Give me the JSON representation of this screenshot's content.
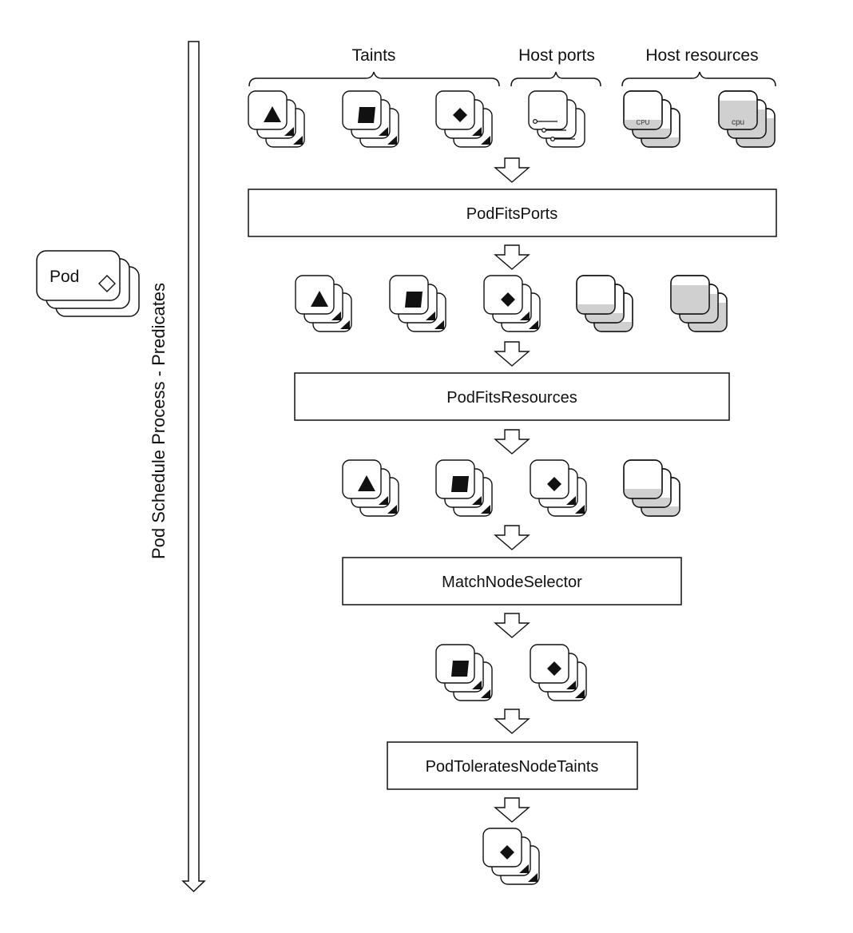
{
  "side_label": "Pod Schedule Process - Predicates",
  "pod": {
    "label": "Pod",
    "symbol": "diamond-outline-icon"
  },
  "groups": [
    {
      "label": "Taints"
    },
    {
      "label": "Host ports"
    },
    {
      "label": "Host resources"
    }
  ],
  "predicates": [
    {
      "label": "PodFitsPorts"
    },
    {
      "label": "PodFitsResources"
    },
    {
      "label": "MatchNodeSelector"
    },
    {
      "label": "PodToleratesNodeTaints"
    }
  ],
  "stages": [
    {
      "nodes": [
        {
          "icon": "triangle-taint-icon"
        },
        {
          "icon": "square-taint-icon"
        },
        {
          "icon": "diamond-taint-icon"
        },
        {
          "icon": "host-port-icon"
        },
        {
          "icon": "cpu-resource-icon",
          "text": "CPU",
          "fill": 0.25
        },
        {
          "icon": "cpu-resource-icon",
          "text": "cpu",
          "fill": 0.75
        }
      ]
    },
    {
      "nodes": [
        {
          "icon": "triangle-taint-icon"
        },
        {
          "icon": "square-taint-icon"
        },
        {
          "icon": "diamond-taint-icon"
        },
        {
          "icon": "cpu-resource-icon",
          "fill": 0.25
        },
        {
          "icon": "cpu-resource-icon",
          "fill": 0.75
        }
      ]
    },
    {
      "nodes": [
        {
          "icon": "triangle-taint-icon"
        },
        {
          "icon": "square-taint-icon"
        },
        {
          "icon": "diamond-taint-icon"
        },
        {
          "icon": "cpu-resource-icon",
          "fill": 0.25
        }
      ]
    },
    {
      "nodes": [
        {
          "icon": "square-taint-icon"
        },
        {
          "icon": "diamond-taint-icon"
        }
      ]
    },
    {
      "nodes": [
        {
          "icon": "diamond-taint-icon"
        }
      ]
    }
  ],
  "colors": {
    "line": "#111111",
    "resource_fill": "#d0d0d0",
    "background": "#ffffff"
  }
}
